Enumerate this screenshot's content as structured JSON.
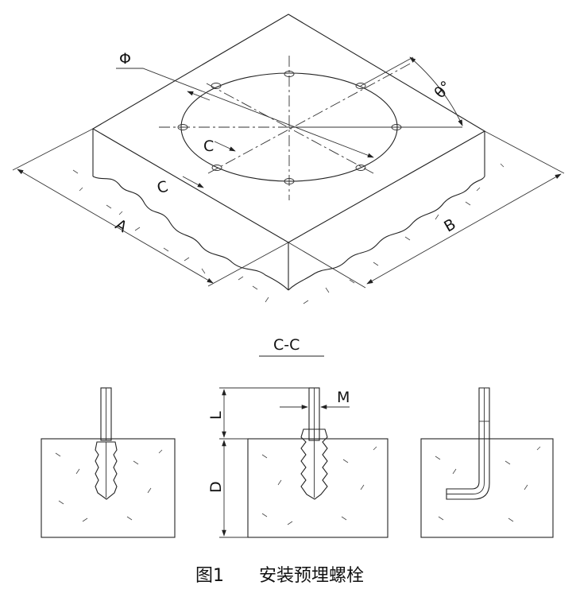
{
  "labels": {
    "phi": "Φ",
    "theta": "θ°",
    "c_top": "C",
    "c_left": "C",
    "a": "A",
    "b": "B",
    "section": "C-C",
    "l": "L",
    "m": "M",
    "d": "D"
  },
  "caption": {
    "figure": "图1",
    "title": "安装预埋螺栓"
  }
}
